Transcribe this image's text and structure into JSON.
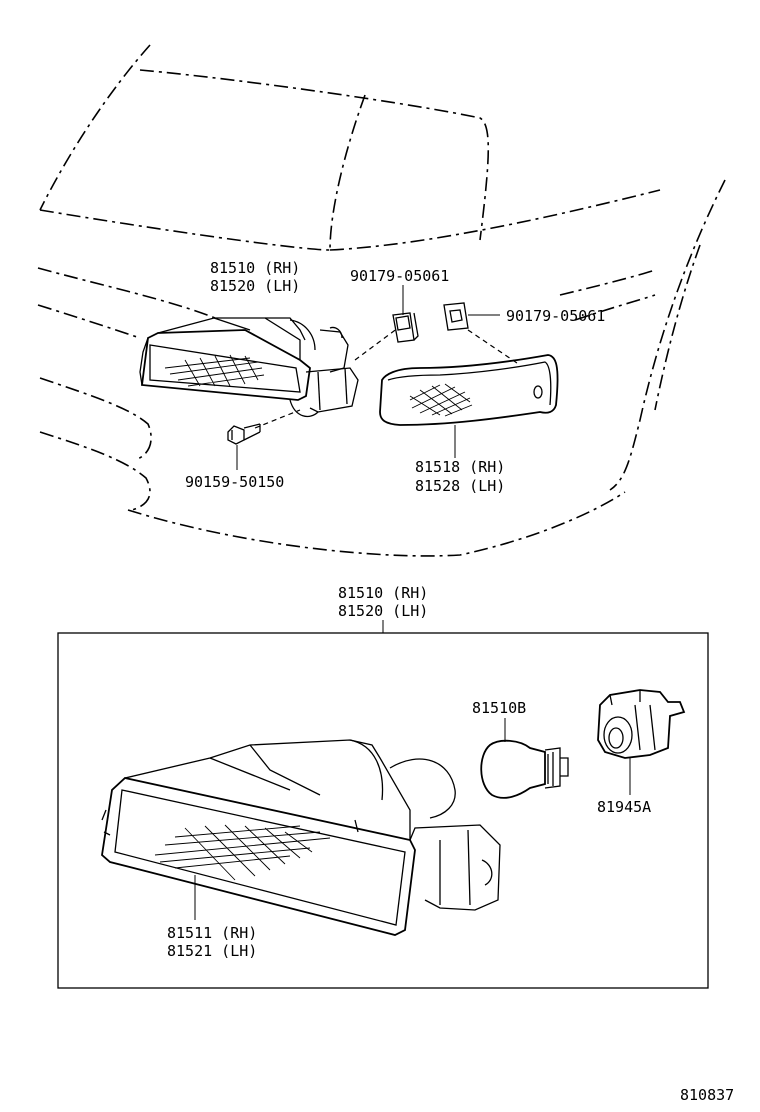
{
  "labels": {
    "lamp_assy_top_rh": "81510 (RH)",
    "lamp_assy_top_lh": "81520 (LH)",
    "clip_left": "90179-05061",
    "clip_right": "90179-05061",
    "screw": "90159-50150",
    "side_lens_rh": "81518 (RH)",
    "side_lens_lh": "81528 (LH)",
    "lamp_assy_box_rh": "81510 (RH)",
    "lamp_assy_box_lh": "81520 (LH)",
    "bulb": "81510B",
    "socket": "81945A",
    "lens_rh": "81511 (RH)",
    "lens_lh": "81521 (LH)",
    "diagram_number": "810837"
  }
}
